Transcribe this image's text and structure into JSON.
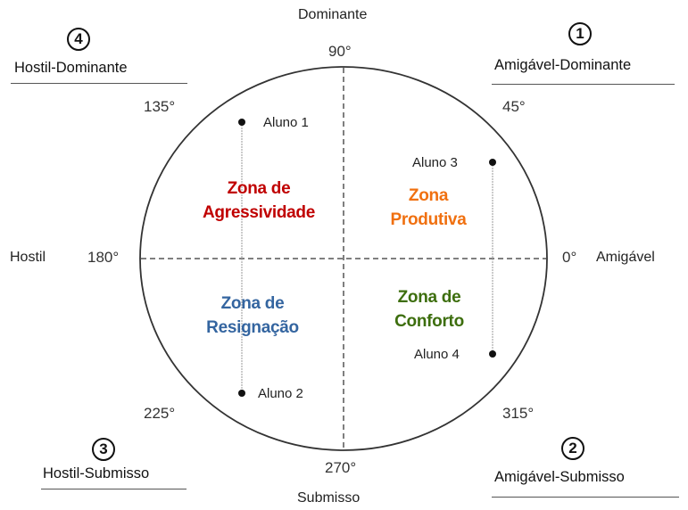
{
  "axes": {
    "top": "Dominante",
    "bottom": "Submisso",
    "left": "Hostil",
    "right": "Amigável"
  },
  "angles": {
    "a0": "0°",
    "a45": "45°",
    "a90": "90°",
    "a135": "135°",
    "a180": "180°",
    "a225": "225°",
    "a270": "270°",
    "a315": "315°"
  },
  "quadrants": [
    {
      "number": "1",
      "label": "Amigável-Dominante"
    },
    {
      "number": "2",
      "label": "Amigável-Submisso"
    },
    {
      "number": "3",
      "label": "Hostil-Submisso"
    },
    {
      "number": "4",
      "label": "Hostil-Dominante"
    }
  ],
  "zones": {
    "aggression": {
      "line1": "Zona de",
      "line2": "Agressividade",
      "color": "#c00000"
    },
    "productive": {
      "line1": "Zona",
      "line2": "Produtiva",
      "color": "#f07010"
    },
    "resignation": {
      "line1": "Zona de",
      "line2": "Resignação",
      "color": "#3465a0"
    },
    "comfort": {
      "line1": "Zona de",
      "line2": "Conforto",
      "color": "#3d6e0e"
    }
  },
  "students": [
    {
      "label": "Aluno 1"
    },
    {
      "label": "Aluno 2"
    },
    {
      "label": "Aluno 3"
    },
    {
      "label": "Aluno 4"
    }
  ]
}
